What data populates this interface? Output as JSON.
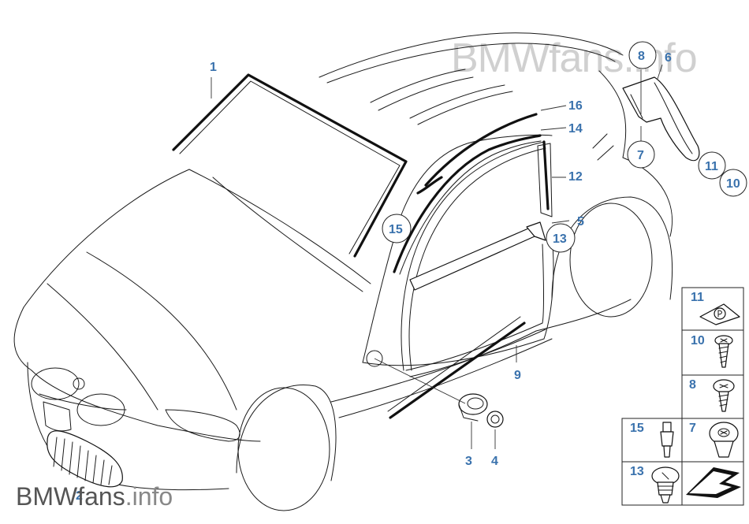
{
  "watermark": {
    "top": "BMWfans.info",
    "bottom_main": "BMWfans",
    "bottom_suffix": ".info"
  },
  "callouts": {
    "c1": "1",
    "c2": "2",
    "c3": "3",
    "c4": "4",
    "c5": "5",
    "c6": "6",
    "c7": "7",
    "c8": "8",
    "c9": "9",
    "c10": "10",
    "c11": "11",
    "c12": "12",
    "c13": "13",
    "c14": "14",
    "c15": "15",
    "c16": "16"
  },
  "legend": {
    "r11": "11",
    "r10": "10",
    "r8": "8",
    "r15": "15",
    "r7": "7",
    "r13": "13"
  },
  "colors": {
    "callout": "#3a72ad",
    "line": "#1a1a1a"
  },
  "icons": {
    "clip": "clip-icon",
    "screw": "screw-icon",
    "rivet": "rivet-icon",
    "push_nut": "push-nut-icon",
    "expanding_rivet": "expanding-rivet-icon",
    "arrow": "arrow-icon"
  }
}
